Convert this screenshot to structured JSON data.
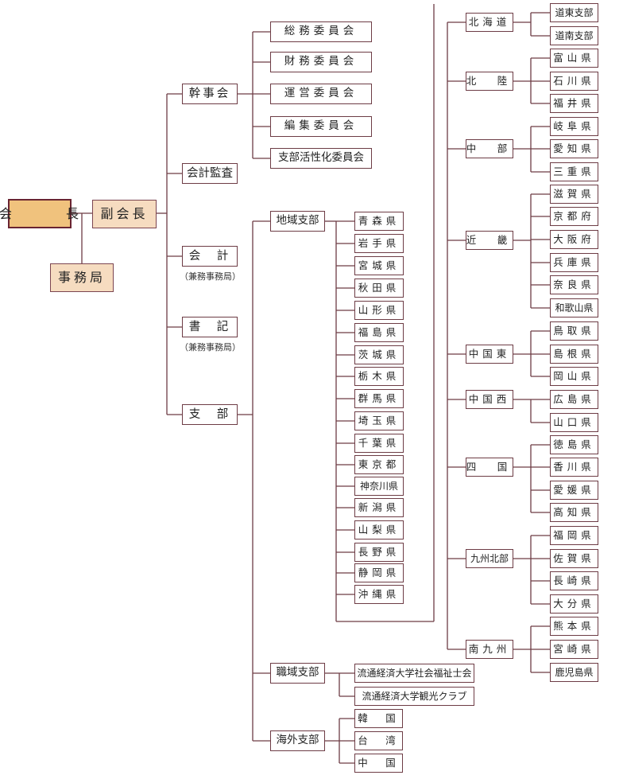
{
  "top": {
    "president": "会　長",
    "vice_president": "副会長",
    "secretariat": "事務局"
  },
  "level2": {
    "kanjikai": "幹事会",
    "auditor": "会計監査",
    "treasurer": "会　計",
    "treasurer_note": "（兼務事務局）",
    "clerk": "書　記",
    "clerk_note": "（兼務事務局）",
    "branches": "支　部"
  },
  "committees": [
    "総務委員会",
    "財務委員会",
    "運営委員会",
    "編集委員会",
    "支部活性化委員会"
  ],
  "branch_types": {
    "regional": "地域支部",
    "workplace": "職域支部",
    "overseas": "海外支部"
  },
  "prefectures": [
    "青森県",
    "岩手県",
    "宮城県",
    "秋田県",
    "山形県",
    "福島県",
    "茨城県",
    "栃木県",
    "群馬県",
    "埼玉県",
    "千葉県",
    "東京都",
    "神奈川県",
    "新潟県",
    "山梨県",
    "長野県",
    "静岡県",
    "沖縄県"
  ],
  "regions": [
    {
      "name": "北海道",
      "members": [
        "道東支部",
        "道南支部"
      ]
    },
    {
      "name": "北　陸",
      "members": [
        "富山県",
        "石川県",
        "福井県"
      ]
    },
    {
      "name": "中　部",
      "members": [
        "岐阜県",
        "愛知県",
        "三重県"
      ]
    },
    {
      "name": "近　畿",
      "members": [
        "滋賀県",
        "京都府",
        "大阪府",
        "兵庫県",
        "奈良県",
        "和歌山県"
      ]
    },
    {
      "name": "中国東",
      "members": [
        "鳥取県",
        "島根県",
        "岡山県"
      ]
    },
    {
      "name": "中国西",
      "members": [
        "広島県",
        "山口県"
      ]
    },
    {
      "name": "四　国",
      "members": [
        "徳島県",
        "香川県",
        "愛媛県",
        "高知県"
      ]
    },
    {
      "name": "九州北部",
      "members": [
        "福岡県",
        "佐賀県",
        "長崎県",
        "大分県"
      ]
    },
    {
      "name": "南九州",
      "members": [
        "熊本県",
        "宮崎県",
        "鹿児島県"
      ]
    }
  ],
  "workplace": [
    "流通経済大学社会福祉士会",
    "流通経済大学観光クラブ"
  ],
  "overseas": [
    "韓　国",
    "台　湾",
    "中　国"
  ]
}
